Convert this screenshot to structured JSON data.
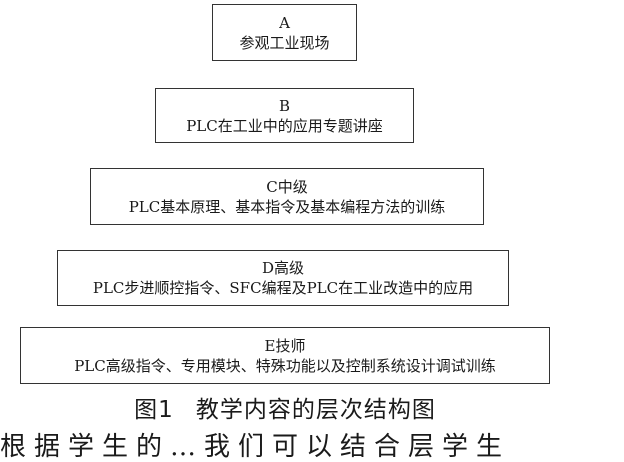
{
  "levels": [
    {
      "letter": "A",
      "desc": "参观工业现场"
    },
    {
      "letter": "B",
      "desc": "PLC在工业中的应用专题讲座"
    },
    {
      "letter": "C中级",
      "desc": "PLC基本原理、基本指令及基本编程方法的训练"
    },
    {
      "letter": "D高级",
      "desc": "PLC步进顺控指令、SFC编程及PLC在工业改造中的应用"
    },
    {
      "letter": "E技师",
      "desc": "PLC高级指令、专用模块、特殊功能以及控制系统设计调试训练"
    }
  ],
  "caption": {
    "figure_number": "图1",
    "title": "教学内容的层次结构图"
  },
  "cut_off_text": "根据学生的…我们可以结合层学生"
}
